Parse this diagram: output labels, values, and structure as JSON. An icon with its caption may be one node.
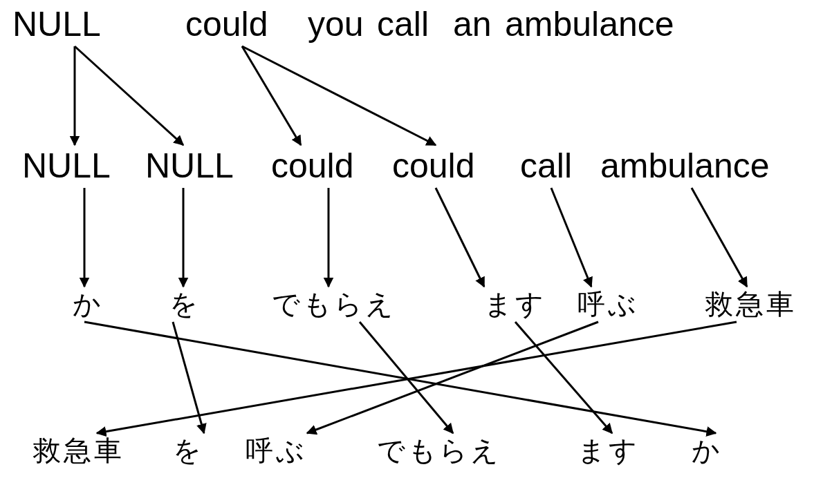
{
  "diagram": {
    "nodes": [
      {
        "text": [
          "NULL"
        ]
      },
      {
        "text": [
          "could"
        ]
      },
      {
        "text": [
          "you"
        ]
      },
      {
        "text": [
          "call"
        ]
      },
      {
        "text": [
          "an"
        ]
      },
      {
        "text": [
          "ambulance"
        ]
      },
      {
        "text": [
          "NULL"
        ]
      },
      {
        "text": [
          "NULL"
        ]
      },
      {
        "text": [
          "could"
        ]
      },
      {
        "text": [
          "could"
        ]
      },
      {
        "text": [
          "call"
        ]
      },
      {
        "text": [
          "ambulance"
        ]
      },
      {
        "text": [
          "か"
        ]
      },
      {
        "text": [
          "を"
        ]
      },
      {
        "text": [
          "でもらえ"
        ]
      },
      {
        "text": [
          "ます"
        ]
      },
      {
        "text": [
          "呼ぶ"
        ]
      },
      {
        "text": [
          "救急車"
        ]
      },
      {
        "text": [
          "救急車"
        ]
      },
      {
        "text": [
          "を"
        ]
      },
      {
        "text": [
          "呼ぶ"
        ]
      },
      {
        "text": [
          "でもらえ"
        ]
      },
      {
        "text": [
          "ます"
        ]
      },
      {
        "text": [
          "か"
        ]
      }
    ],
    "edges": [
      {
        "from": 0,
        "to": 6,
        "arrow": "to"
      },
      {
        "from": 0,
        "to": 7,
        "arrow": "to"
      },
      {
        "from": 1,
        "to": 8,
        "arrow": "to"
      },
      {
        "from": 1,
        "to": 9,
        "arrow": "to"
      },
      {
        "from": 6,
        "to": 12,
        "arrow": "to"
      },
      {
        "from": 7,
        "to": 13,
        "arrow": "to"
      },
      {
        "from": 8,
        "to": 14,
        "arrow": "to"
      },
      {
        "from": 9,
        "to": 15,
        "arrow": "to"
      },
      {
        "from": 10,
        "to": 16,
        "arrow": "to"
      },
      {
        "from": 11,
        "to": 17,
        "arrow": "to"
      },
      {
        "from": 12,
        "to": 23,
        "arrow": "to"
      },
      {
        "from": 13,
        "to": 19,
        "arrow": "to"
      },
      {
        "from": 14,
        "to": 21,
        "arrow": "to"
      },
      {
        "from": 15,
        "to": 22,
        "arrow": "to"
      },
      {
        "from": 16,
        "to": 20,
        "arrow": "to"
      },
      {
        "from": 17,
        "to": 18,
        "arrow": "to"
      }
    ]
  }
}
